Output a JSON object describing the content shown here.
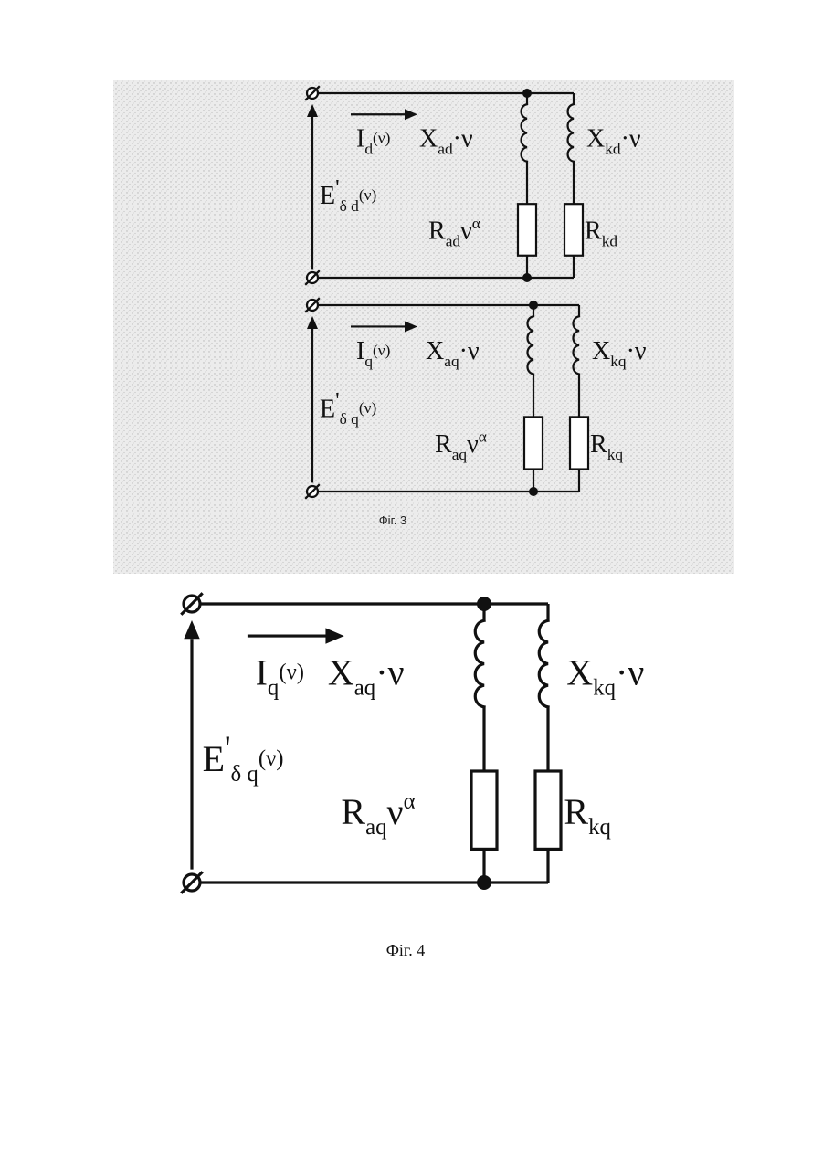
{
  "figures": [
    {
      "id": "fig3",
      "caption": "Фіг. 3",
      "circuits": [
        {
          "axis": "d",
          "current": {
            "symbol": "I",
            "sub": "d",
            "arg": "(ν)"
          },
          "emf": {
            "symbol": "E",
            "prime": "'",
            "sub": "δ d",
            "arg": "(ν)"
          },
          "branch1": {
            "reactance": {
              "symbol": "X",
              "sub": "ad",
              "suffix": "·ν"
            },
            "resistance": {
              "symbol": "R",
              "sub": "ad",
              "suffix": "ν",
              "sup": "α"
            }
          },
          "branch2": {
            "reactance": {
              "symbol": "X",
              "sub": "kd",
              "suffix": "·ν"
            },
            "resistance": {
              "symbol": "R",
              "sub": "kd"
            }
          }
        },
        {
          "axis": "q",
          "current": {
            "symbol": "I",
            "sub": "q",
            "arg": "(ν)"
          },
          "emf": {
            "symbol": "E",
            "prime": "'",
            "sub": "δ q",
            "arg": "(ν)"
          },
          "branch1": {
            "reactance": {
              "symbol": "X",
              "sub": "aq",
              "suffix": "·ν"
            },
            "resistance": {
              "symbol": "R",
              "sub": "aq",
              "suffix": "ν",
              "sup": "α"
            }
          },
          "branch2": {
            "reactance": {
              "symbol": "X",
              "sub": "kq",
              "suffix": "·ν"
            },
            "resistance": {
              "symbol": "R",
              "sub": "kq"
            }
          }
        }
      ]
    },
    {
      "id": "fig4",
      "caption": "Фіг. 4",
      "circuits": [
        {
          "axis": "q",
          "current": {
            "symbol": "I",
            "sub": "q",
            "arg": "(ν)"
          },
          "emf": {
            "symbol": "E",
            "prime": "'",
            "sub": "δ q",
            "arg": "(ν)"
          },
          "branch1": {
            "reactance": {
              "symbol": "X",
              "sub": "aq",
              "suffix": "·ν"
            },
            "resistance": {
              "symbol": "R",
              "sub": "aq",
              "suffix": "ν",
              "sup": "α"
            }
          },
          "branch2": {
            "reactance": {
              "symbol": "X",
              "sub": "kq",
              "suffix": "·ν"
            },
            "resistance": {
              "symbol": "R",
              "sub": "kq"
            }
          }
        }
      ]
    }
  ],
  "terminal_glyph": "∅",
  "colors": {
    "ink": "#111111",
    "speckle_bg": "#e9e9e9",
    "page": "#ffffff"
  }
}
